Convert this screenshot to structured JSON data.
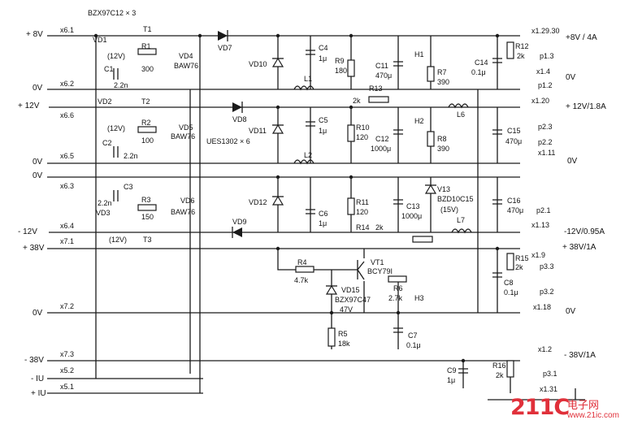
{
  "terminals_left": {
    "p8v": {
      "pin": "x6.1",
      "label": "+ 8V"
    },
    "ov1": {
      "pin": "x6.2",
      "label": "0V"
    },
    "p12v": {
      "pin": "x6.6",
      "label": "+ 12V"
    },
    "ov2": {
      "pin": "x6.5",
      "label": "0V"
    },
    "ov3": {
      "pin": "x6.3",
      "label": "0V"
    },
    "m12v": {
      "pin": "x6.4",
      "label": "- 12V"
    },
    "p38v": {
      "pin": "x7.1",
      "label": "+ 38V"
    },
    "ov4": {
      "pin": "x7.2",
      "label": "0V"
    },
    "m38v": {
      "pin": "x7.3",
      "label": "- 38V"
    },
    "mu": {
      "pin": "x5.2",
      "label": "- IU"
    },
    "pu": {
      "pin": "x5.1",
      "label": "+ IU"
    }
  },
  "terminals_right": {
    "o1": {
      "pin": "x1.29.30",
      "label": "+8V / 4A"
    },
    "o2": {
      "pin": "p1.3",
      "label": ""
    },
    "o3": {
      "pin": "x1.4",
      "label": "0V"
    },
    "o4": {
      "pin": "p1.2",
      "label": ""
    },
    "o5": {
      "pin": "x1.20",
      "label": "+ 12V/1.8A"
    },
    "o6": {
      "pin": "p2.3",
      "label": ""
    },
    "o7": {
      "pin": "p2.2",
      "label": ""
    },
    "o8": {
      "pin": "x1.11",
      "label": "0V"
    },
    "o9": {
      "pin": "p2.1",
      "label": ""
    },
    "o10": {
      "pin": "x1.13",
      "label": "-12V/0.95A"
    },
    "o11": {
      "pin": "x1.9",
      "label": "+ 38V/1A"
    },
    "o12": {
      "pin": "p3.3",
      "label": ""
    },
    "o13": {
      "pin": "p3.2",
      "label": ""
    },
    "o14": {
      "pin": "x1.18",
      "label": "0V"
    },
    "o15": {
      "pin": "x1.2",
      "label": "- 38V/1A"
    },
    "o16": {
      "pin": "p3.1",
      "label": ""
    },
    "o17": {
      "pin": "x1.31",
      "label": ""
    }
  },
  "components": {
    "bzx_top": "BZX97C12 × 3",
    "vd1": "VD1",
    "z1": "(12V)",
    "t1": "T1",
    "r1": "R1",
    "r1v": "300",
    "vd4": "VD4",
    "baw1": "BAW76",
    "c1": "C1",
    "c1v": "2.2n",
    "vd2": "VD2",
    "z2": "(12V)",
    "t2": "T2",
    "r2": "R2",
    "r2v": "100",
    "vd5": "VD5",
    "baw2": "BAW76",
    "c2": "C2",
    "c2v": "2.2n",
    "c3": "C3",
    "c3v": "2.2n",
    "r3": "R3",
    "r3v": "150",
    "vd6": "VD6",
    "baw3": "BAW76",
    "vd3": "VD3",
    "z3": "(12V)",
    "t3": "T3",
    "vd7": "VD7",
    "vd8": "VD8",
    "vd9": "VD9",
    "ues": "UES1302 × 6",
    "vd10": "VD10",
    "vd11": "VD11",
    "vd12": "VD12",
    "c4": "C4",
    "c4v": "1μ",
    "c5": "C5",
    "c5v": "1μ",
    "c6": "C6",
    "c6v": "1μ",
    "l1": "L1",
    "l2": "L2",
    "r9": "R9",
    "r9v": "180",
    "r10": "R10",
    "r10v": "120",
    "r11": "R11",
    "r11v": "120",
    "c11": "C11",
    "c11v": "470μ",
    "c12": "C12",
    "c12v": "1000μ",
    "c13": "C13",
    "c13v": "1000μ",
    "r13": "R13",
    "r13v": "2k",
    "r14": "R14",
    "r14v": "2k",
    "h1": "H1",
    "h2": "H2",
    "h3": "H3",
    "r7": "R7",
    "r7v": "390",
    "r8": "R8",
    "r8v": "390",
    "l6": "L6",
    "l7": "L7",
    "v13": "V13",
    "v13p": "BZD10C15",
    "v13v": "(15V)",
    "c14": "C14",
    "c14v": "0.1μ",
    "c15": "C15",
    "c15v": "470μ",
    "c16": "C16",
    "c16v": "470μ",
    "r12": "R12",
    "r12v": "2k",
    "r15": "R15",
    "r15v": "2k",
    "r16": "R16",
    "r16v": "2k",
    "c8": "C8",
    "c8v": "0.1μ",
    "c9": "C9",
    "c9v": "1μ",
    "r4": "R4",
    "r4v": "4.7k",
    "vt1": "VT1",
    "vt1p": "BCY79I",
    "vd15": "VD15",
    "vd15p": "BZX97C47",
    "vd15v": "47V",
    "r6": "R6",
    "r6v": "2.7k",
    "r5": "R5",
    "r5v": "18k",
    "c7": "C7",
    "c7v": "0.1μ"
  },
  "watermark": {
    "main": "211C",
    "cn": "电子网",
    "url": "www.21ic.com"
  }
}
